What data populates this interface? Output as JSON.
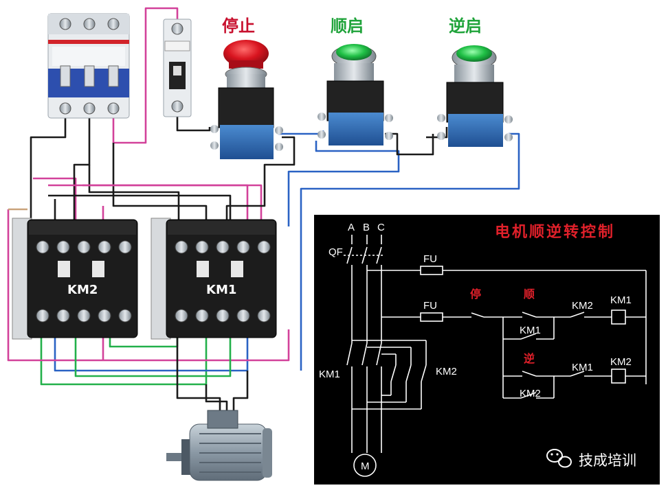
{
  "buttons": [
    {
      "label": "停止",
      "color": "#c8102e"
    },
    {
      "label": "顺启",
      "color": "#1fa33a"
    },
    {
      "label": "逆启",
      "color": "#1fa33a"
    }
  ],
  "contactors": {
    "left_label": "KM2",
    "right_label": "KM1"
  },
  "schematic": {
    "title": "电机顺逆转控制",
    "phases": [
      "A",
      "B",
      "C"
    ],
    "breaker": "QF",
    "fuse_main": "FU",
    "fuse_ctrl": "FU",
    "stop_label": "停",
    "forward_label": "顺",
    "reverse_label": "逆",
    "hold_km1": "KM1",
    "hold_km2": "KM2",
    "interlock_fwd": "KM2",
    "interlock_rev": "KM1",
    "coil_km1": "KM1",
    "coil_km2": "KM2",
    "main_km1": "KM1",
    "main_km2": "KM2",
    "motor": "M"
  },
  "watermark": {
    "brand": "技成培训",
    "icon": "wechat-icon"
  },
  "colors": {
    "wire_black": "#1a1a1a",
    "wire_pink": "#d2419a",
    "wire_blue": "#2a62c4",
    "wire_green": "#22b04a",
    "schematic_bg": "#000000"
  }
}
